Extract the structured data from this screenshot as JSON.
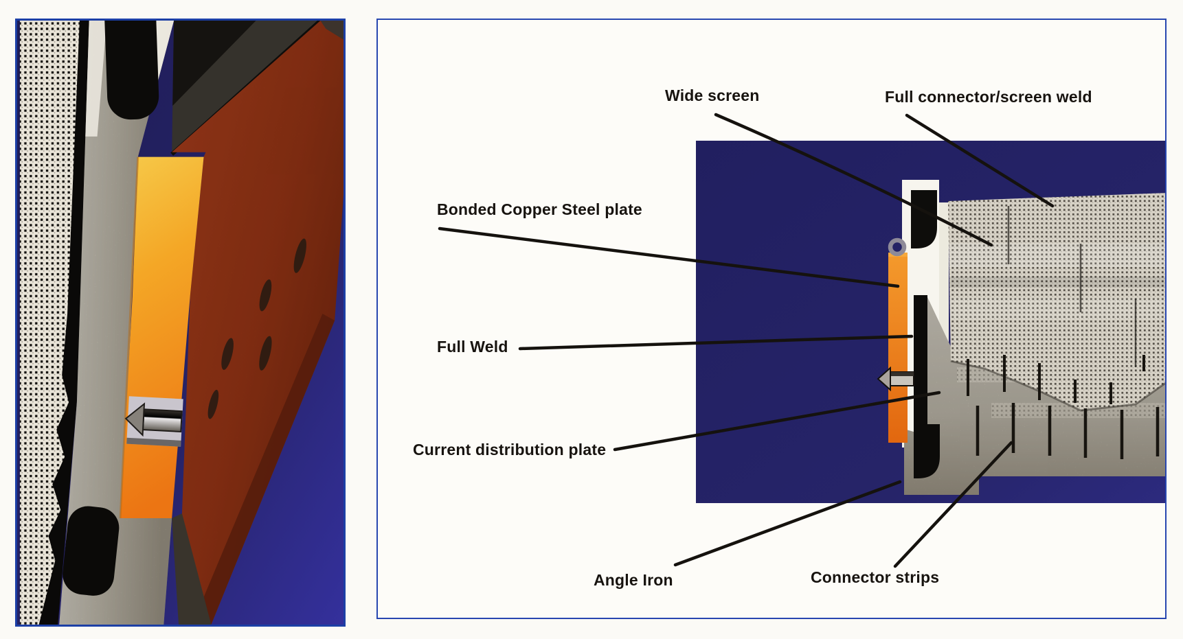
{
  "figure": {
    "left_photo_name": "cathode-assembly-closeup-photo",
    "right_photo_name": "cathode-assembly-labeled-photo"
  },
  "annotations": [
    {
      "id": "wide-screen",
      "label": "Wide screen"
    },
    {
      "id": "full-connector-weld",
      "label": "Full connector/screen weld"
    },
    {
      "id": "bonded-copper-steel",
      "label": "Bonded Copper Steel plate"
    },
    {
      "id": "full-weld",
      "label": "Full Weld"
    },
    {
      "id": "current-dist-plate",
      "label": "Current distribution plate"
    },
    {
      "id": "angle-iron",
      "label": "Angle Iron"
    },
    {
      "id": "connector-strips",
      "label": "Connector strips"
    }
  ],
  "colors": {
    "page_background": "#fbfaf6",
    "panel_border_blue": "#2746b0",
    "left_frame_border_blue": "#1c3fa6",
    "navy_background": "#26246b",
    "copper_orange": "#ee8618",
    "bright_yellow": "#f6ca4a",
    "rust_plate": "#9c3918",
    "steel_silver": "#c7c1b4",
    "mesh_light": "#e9e4d8",
    "annotation_line": "#15120e",
    "label_text": "#17130f"
  }
}
